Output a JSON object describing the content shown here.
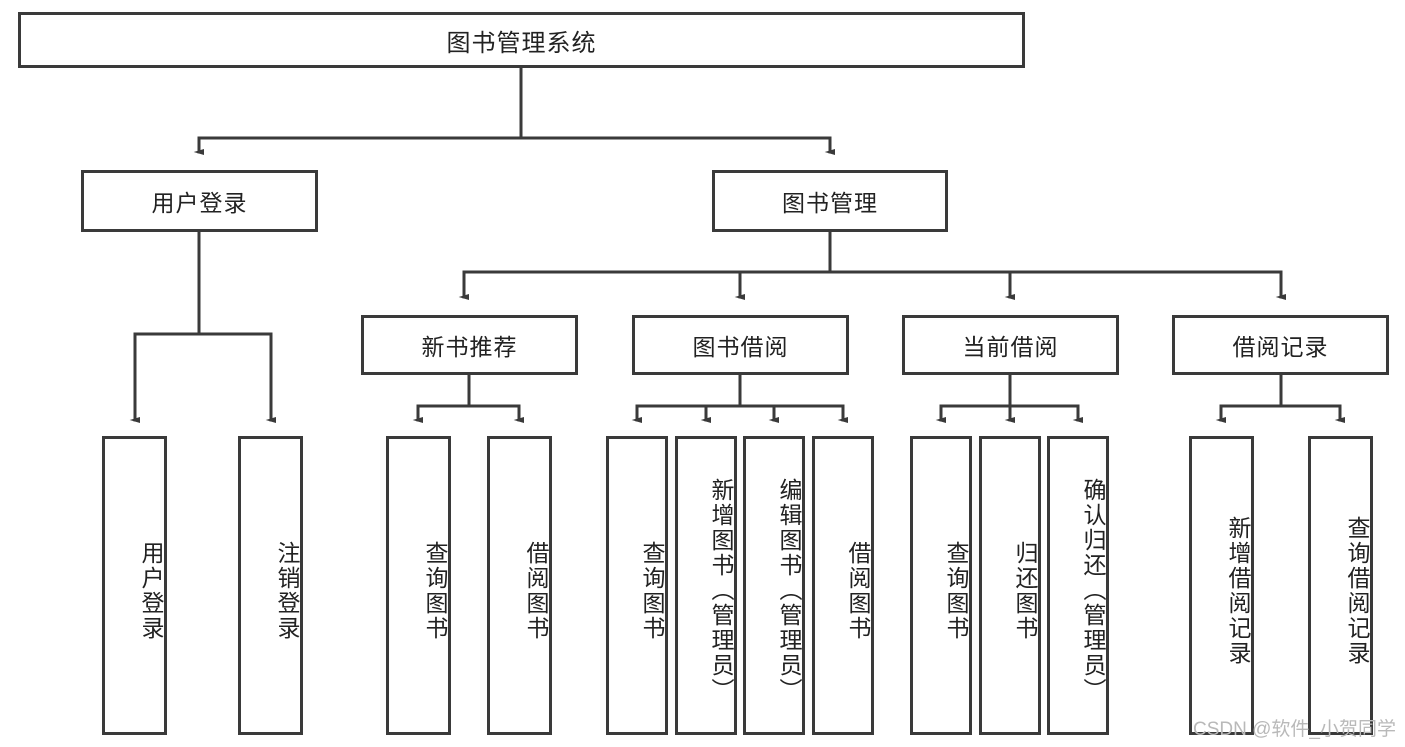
{
  "diagram": {
    "title": "图书管理系统",
    "type": "hierarchy-tree",
    "root": {
      "label": "图书管理系统"
    },
    "level2": [
      {
        "label": "用户登录"
      },
      {
        "label": "图书管理"
      }
    ],
    "level3": [
      {
        "label": "新书推荐"
      },
      {
        "label": "图书借阅"
      },
      {
        "label": "当前借阅"
      },
      {
        "label": "借阅记录"
      }
    ],
    "leaves": {
      "user_login": [
        {
          "label": "用户登录"
        },
        {
          "label": "注销登录"
        }
      ],
      "new_book_recommend": [
        {
          "label": "查询图书"
        },
        {
          "label": "借阅图书"
        }
      ],
      "book_borrow": [
        {
          "label": "查询图书"
        },
        {
          "label": "新增图书（管理员）"
        },
        {
          "label": "编辑图书（管理员）"
        },
        {
          "label": "借阅图书"
        }
      ],
      "current_borrow": [
        {
          "label": "查询图书"
        },
        {
          "label": "归还图书"
        },
        {
          "label": "确认归还（管理员）"
        }
      ],
      "borrow_record": [
        {
          "label": "新增借阅记录"
        },
        {
          "label": "查询借阅记录"
        }
      ]
    }
  },
  "watermark": {
    "text": "CSDN @软件_小贺同学"
  },
  "colors": {
    "border": "#3a3a3a",
    "line": "#3a3a3a",
    "background": "#ffffff",
    "text": "#222222",
    "watermark": "#b9b9b9"
  }
}
